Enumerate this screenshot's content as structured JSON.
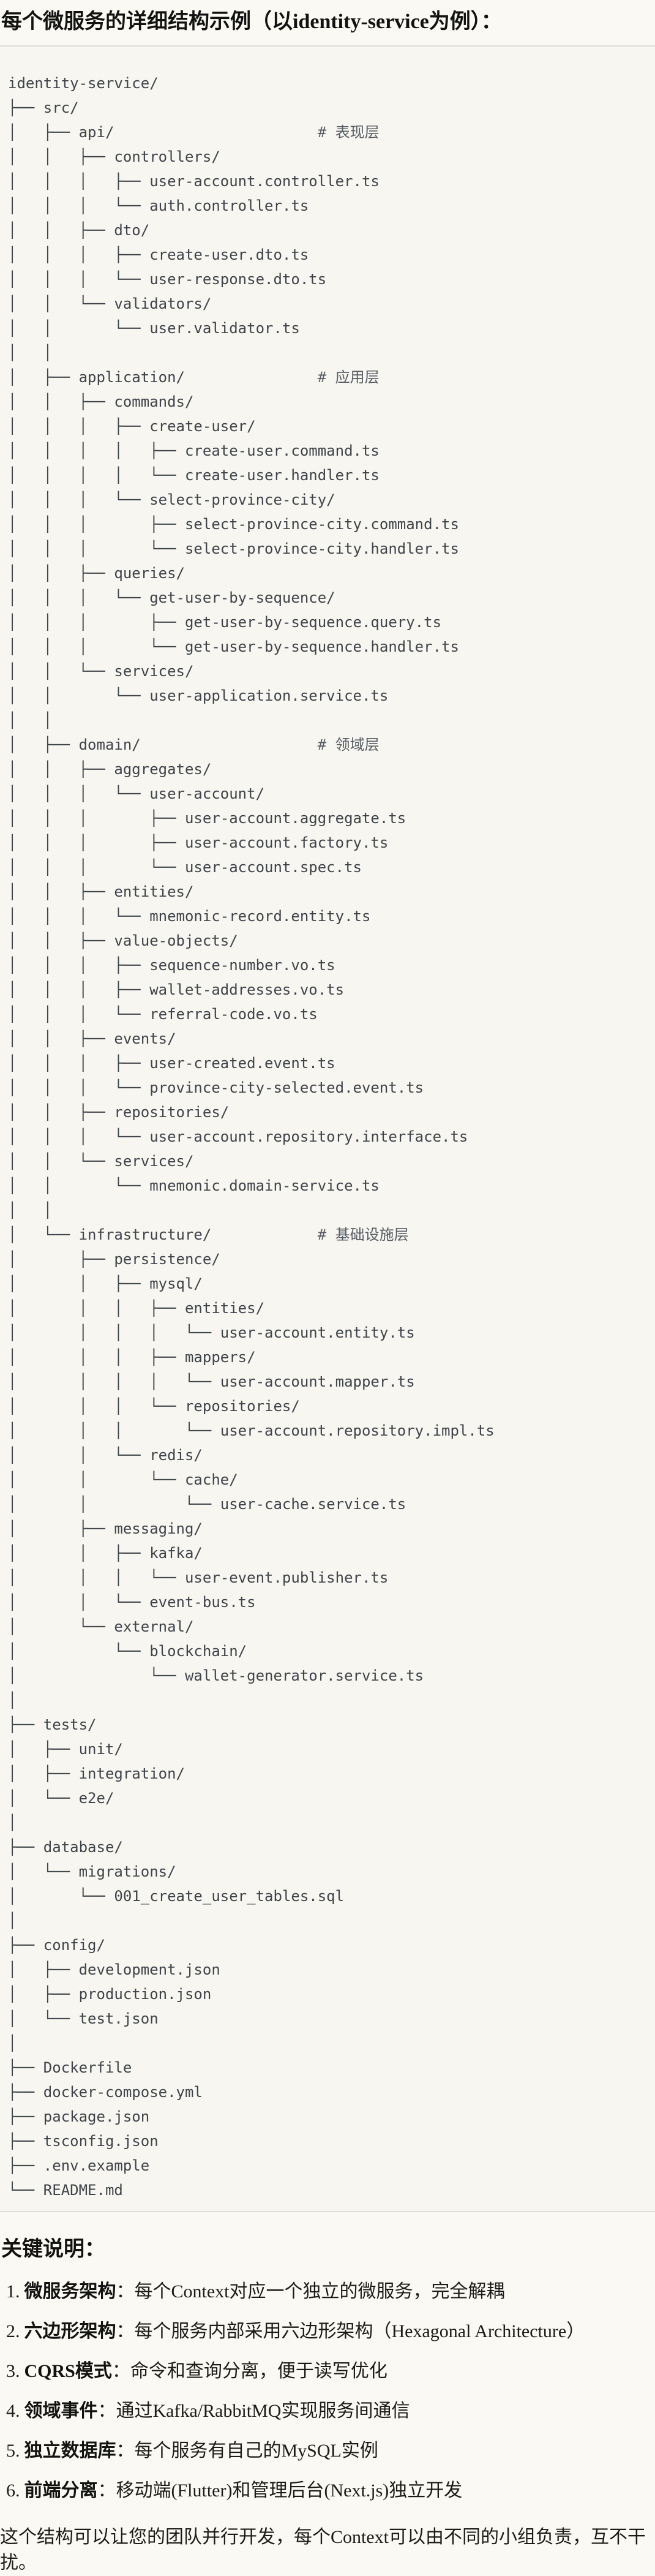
{
  "page": {
    "title": "每个微服务的详细结构示例（以identity-service为例）："
  },
  "code_block": {
    "comment_column": 35,
    "lines": [
      {
        "t": "identity-service/"
      },
      {
        "t": "├── src/"
      },
      {
        "t": "│   ├── api/",
        "c": "# 表现层"
      },
      {
        "t": "│   │   ├── controllers/"
      },
      {
        "t": "│   │   │   ├── user-account.controller.ts"
      },
      {
        "t": "│   │   │   └── auth.controller.ts"
      },
      {
        "t": "│   │   ├── dto/"
      },
      {
        "t": "│   │   │   ├── create-user.dto.ts"
      },
      {
        "t": "│   │   │   └── user-response.dto.ts"
      },
      {
        "t": "│   │   └── validators/"
      },
      {
        "t": "│   │       └── user.validator.ts"
      },
      {
        "t": "│   │"
      },
      {
        "t": "│   ├── application/",
        "c": "# 应用层"
      },
      {
        "t": "│   │   ├── commands/"
      },
      {
        "t": "│   │   │   ├── create-user/"
      },
      {
        "t": "│   │   │   │   ├── create-user.command.ts"
      },
      {
        "t": "│   │   │   │   └── create-user.handler.ts"
      },
      {
        "t": "│   │   │   └── select-province-city/"
      },
      {
        "t": "│   │   │       ├── select-province-city.command.ts"
      },
      {
        "t": "│   │   │       └── select-province-city.handler.ts"
      },
      {
        "t": "│   │   ├── queries/"
      },
      {
        "t": "│   │   │   └── get-user-by-sequence/"
      },
      {
        "t": "│   │   │       ├── get-user-by-sequence.query.ts"
      },
      {
        "t": "│   │   │       └── get-user-by-sequence.handler.ts"
      },
      {
        "t": "│   │   └── services/"
      },
      {
        "t": "│   │       └── user-application.service.ts"
      },
      {
        "t": "│   │"
      },
      {
        "t": "│   ├── domain/",
        "c": "# 领域层"
      },
      {
        "t": "│   │   ├── aggregates/"
      },
      {
        "t": "│   │   │   └── user-account/"
      },
      {
        "t": "│   │   │       ├── user-account.aggregate.ts"
      },
      {
        "t": "│   │   │       ├── user-account.factory.ts"
      },
      {
        "t": "│   │   │       └── user-account.spec.ts"
      },
      {
        "t": "│   │   ├── entities/"
      },
      {
        "t": "│   │   │   └── mnemonic-record.entity.ts"
      },
      {
        "t": "│   │   ├── value-objects/"
      },
      {
        "t": "│   │   │   ├── sequence-number.vo.ts"
      },
      {
        "t": "│   │   │   ├── wallet-addresses.vo.ts"
      },
      {
        "t": "│   │   │   └── referral-code.vo.ts"
      },
      {
        "t": "│   │   ├── events/"
      },
      {
        "t": "│   │   │   ├── user-created.event.ts"
      },
      {
        "t": "│   │   │   └── province-city-selected.event.ts"
      },
      {
        "t": "│   │   ├── repositories/"
      },
      {
        "t": "│   │   │   └── user-account.repository.interface.ts"
      },
      {
        "t": "│   │   └── services/"
      },
      {
        "t": "│   │       └── mnemonic.domain-service.ts"
      },
      {
        "t": "│   │"
      },
      {
        "t": "│   └── infrastructure/",
        "c": "# 基础设施层"
      },
      {
        "t": "│       ├── persistence/"
      },
      {
        "t": "│       │   ├── mysql/"
      },
      {
        "t": "│       │   │   ├── entities/"
      },
      {
        "t": "│       │   │   │   └── user-account.entity.ts"
      },
      {
        "t": "│       │   │   ├── mappers/"
      },
      {
        "t": "│       │   │   │   └── user-account.mapper.ts"
      },
      {
        "t": "│       │   │   └── repositories/"
      },
      {
        "t": "│       │   │       └── user-account.repository.impl.ts"
      },
      {
        "t": "│       │   └── redis/"
      },
      {
        "t": "│       │       └── cache/"
      },
      {
        "t": "│       │           └── user-cache.service.ts"
      },
      {
        "t": "│       ├── messaging/"
      },
      {
        "t": "│       │   ├── kafka/"
      },
      {
        "t": "│       │   │   └── user-event.publisher.ts"
      },
      {
        "t": "│       │   └── event-bus.ts"
      },
      {
        "t": "│       └── external/"
      },
      {
        "t": "│           └── blockchain/"
      },
      {
        "t": "│               └── wallet-generator.service.ts"
      },
      {
        "t": "│"
      },
      {
        "t": "├── tests/"
      },
      {
        "t": "│   ├── unit/"
      },
      {
        "t": "│   ├── integration/"
      },
      {
        "t": "│   └── e2e/"
      },
      {
        "t": "│"
      },
      {
        "t": "├── database/"
      },
      {
        "t": "│   └── migrations/"
      },
      {
        "t": "│       └── 001_create_user_tables.sql"
      },
      {
        "t": "│"
      },
      {
        "t": "├── config/"
      },
      {
        "t": "│   ├── development.json"
      },
      {
        "t": "│   ├── production.json"
      },
      {
        "t": "│   └── test.json"
      },
      {
        "t": "│"
      },
      {
        "t": "├── Dockerfile"
      },
      {
        "t": "├── docker-compose.yml"
      },
      {
        "t": "├── package.json"
      },
      {
        "t": "├── tsconfig.json"
      },
      {
        "t": "├── .env.example"
      },
      {
        "t": "└── README.md"
      }
    ]
  },
  "notes": {
    "heading": "关键说明：",
    "separator": "：",
    "items": [
      {
        "num": "1.",
        "label": "微服务架构",
        "text": "每个Context对应一个独立的微服务，完全解耦"
      },
      {
        "num": "2.",
        "label": "六边形架构",
        "text": "每个服务内部采用六边形架构（Hexagonal Architecture）"
      },
      {
        "num": "3.",
        "label": "CQRS模式",
        "text": "命令和查询分离，便于读写优化"
      },
      {
        "num": "4.",
        "label": "领域事件",
        "text": "通过Kafka/RabbitMQ实现服务间通信"
      },
      {
        "num": "5.",
        "label": "独立数据库",
        "text": "每个服务有自己的MySQL实例"
      },
      {
        "num": "6.",
        "label": "前端分离",
        "text": "移动端(Flutter)和管理后台(Next.js)独立开发"
      }
    ],
    "footer": "这个结构可以让您的团队并行开发，每个Context可以由不同的小组负责，互不干扰。"
  },
  "colors": {
    "page_background": "#faf9f4",
    "code_background": "#f7f6f0",
    "code_border": "#e0ded6",
    "code_text": "#3f444a",
    "comment_text": "#575d64",
    "body_text": "#1b1b19"
  }
}
